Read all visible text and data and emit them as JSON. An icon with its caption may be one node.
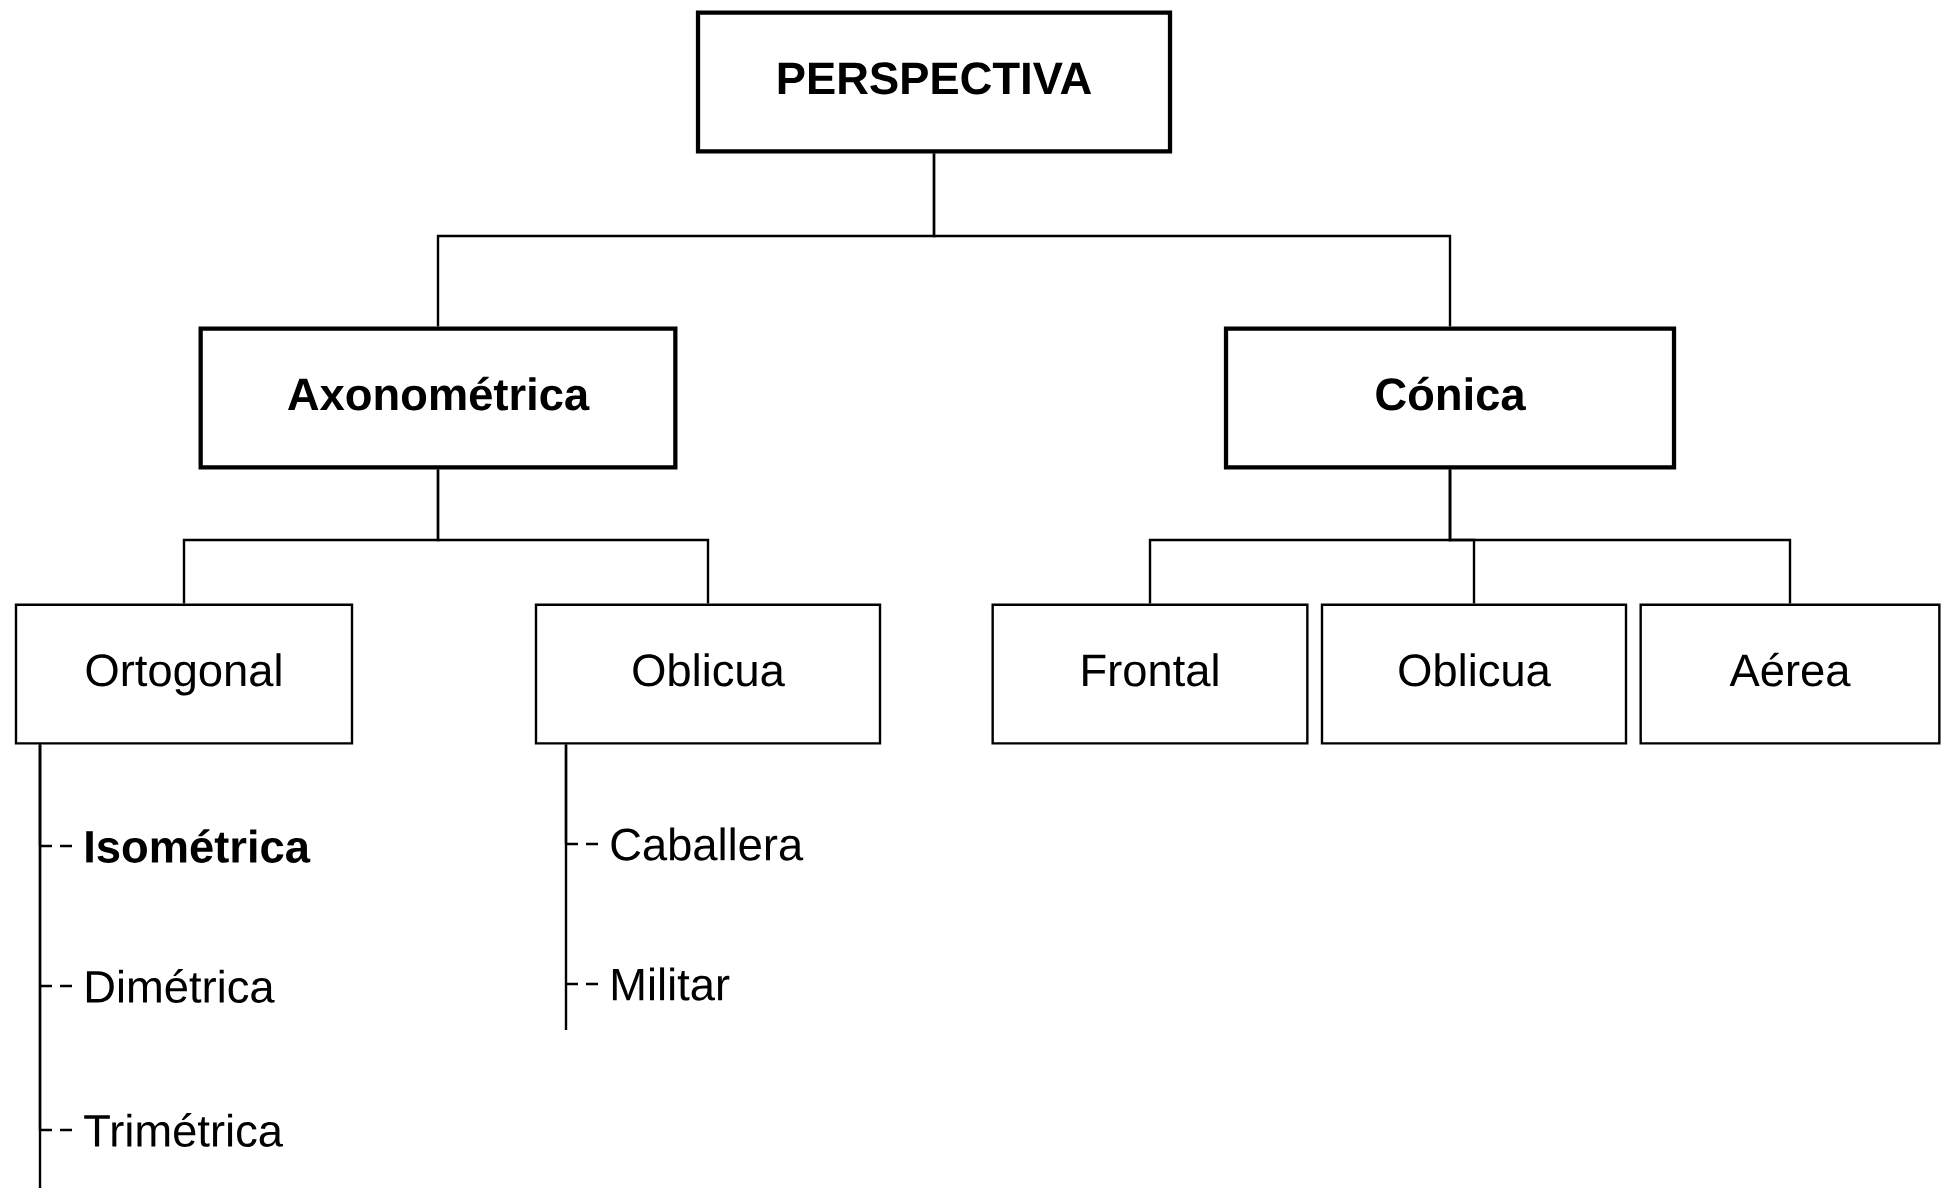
{
  "diagram": {
    "nodes": [
      {
        "text": [
          "PERSPECTIVA"
        ]
      },
      {
        "text": [
          "Axonométrica"
        ]
      },
      {
        "text": [
          "Cónica"
        ]
      },
      {
        "text": [
          "Ortogonal"
        ]
      },
      {
        "text": [
          "Oblicua"
        ]
      },
      {
        "text": [
          "Frontal"
        ]
      },
      {
        "text": [
          "Oblicua"
        ]
      },
      {
        "text": [
          "Aérea"
        ]
      },
      {
        "text": [
          "Isométrica"
        ]
      },
      {
        "text": [
          "Dimétrica"
        ]
      },
      {
        "text": [
          "Trimétrica"
        ]
      },
      {
        "text": [
          "Caballera"
        ]
      },
      {
        "text": [
          "Militar"
        ]
      }
    ],
    "edges": [
      {
        "from": 0,
        "to": 1,
        "arrow": "none"
      },
      {
        "from": 0,
        "to": 2,
        "arrow": "none"
      },
      {
        "from": 1,
        "to": 3,
        "arrow": "none"
      },
      {
        "from": 1,
        "to": 4,
        "arrow": "none"
      },
      {
        "from": 2,
        "to": 5,
        "arrow": "none"
      },
      {
        "from": 2,
        "to": 6,
        "arrow": "none"
      },
      {
        "from": 2,
        "to": 7,
        "arrow": "none"
      },
      {
        "from": 3,
        "to": 8,
        "arrow": "none"
      },
      {
        "from": 3,
        "to": 9,
        "arrow": "none"
      },
      {
        "from": 3,
        "to": 10,
        "arrow": "none"
      },
      {
        "from": 4,
        "to": 11,
        "arrow": "none"
      },
      {
        "from": 4,
        "to": 12,
        "arrow": "none"
      }
    ]
  }
}
